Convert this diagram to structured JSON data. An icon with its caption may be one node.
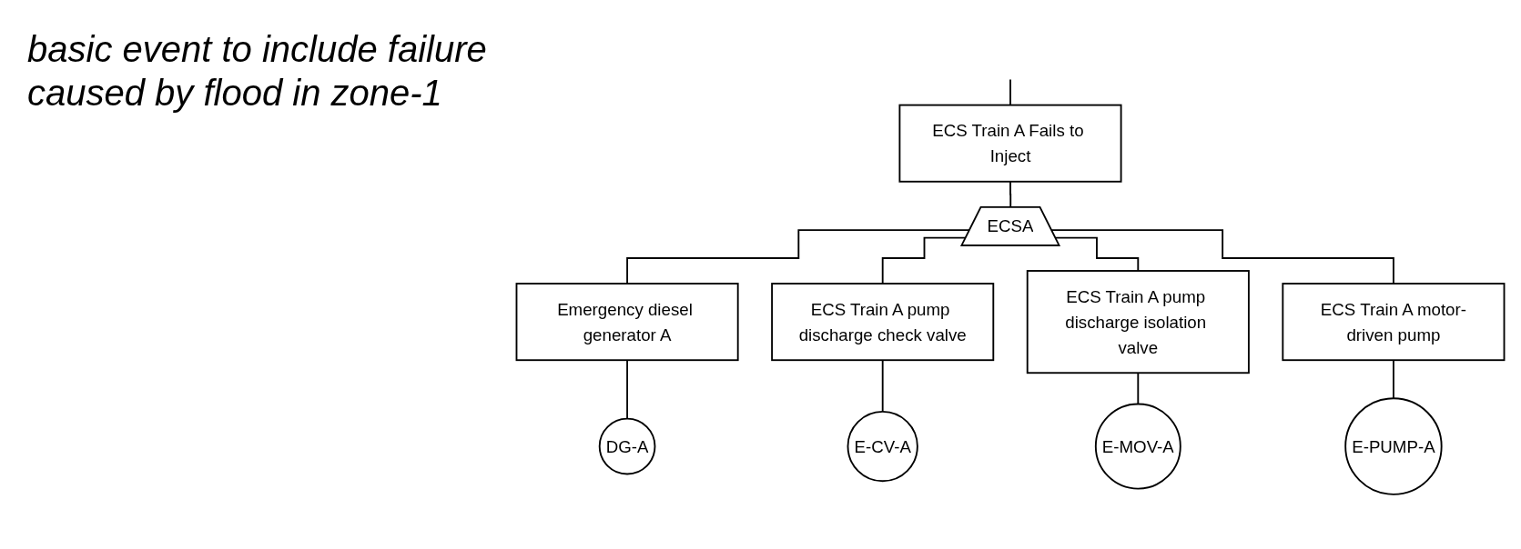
{
  "diagram": {
    "nodes": [
      {
        "text": [
          "ECS Train A Fails to Inject"
        ]
      },
      {
        "text": [
          "ECSA"
        ]
      },
      {
        "text": [
          "Emergency diesel generator A"
        ]
      },
      {
        "text": [
          "ECS Train A pump discharge check valve"
        ]
      },
      {
        "text": [
          "ECS Train A pump discharge isolation valve"
        ]
      },
      {
        "text": [
          "ECS Train A motor-driven pump"
        ]
      },
      {
        "text": [
          "DG-A"
        ]
      },
      {
        "text": [
          "E-CV-A"
        ]
      },
      {
        "text": [
          "E-MOV-A"
        ]
      },
      {
        "text": [
          "E-PUMP-A"
        ]
      }
    ],
    "edges": [
      {
        "from": null,
        "to": 0,
        "arrow": "none"
      },
      {
        "from": 0,
        "to": 1,
        "arrow": "none"
      },
      {
        "from": 1,
        "to": 2,
        "arrow": "none"
      },
      {
        "from": 1,
        "to": 3,
        "arrow": "none"
      },
      {
        "from": 1,
        "to": 4,
        "arrow": "none"
      },
      {
        "from": 1,
        "to": 5,
        "arrow": "none"
      },
      {
        "from": 2,
        "to": 6,
        "arrow": "none"
      },
      {
        "from": 3,
        "to": 7,
        "arrow": "none"
      },
      {
        "from": 4,
        "to": 8,
        "arrow": "none"
      },
      {
        "from": 5,
        "to": 9,
        "arrow": "none"
      }
    ],
    "labels": [
      "basic event to include failure caused by flood in zone-1"
    ]
  }
}
